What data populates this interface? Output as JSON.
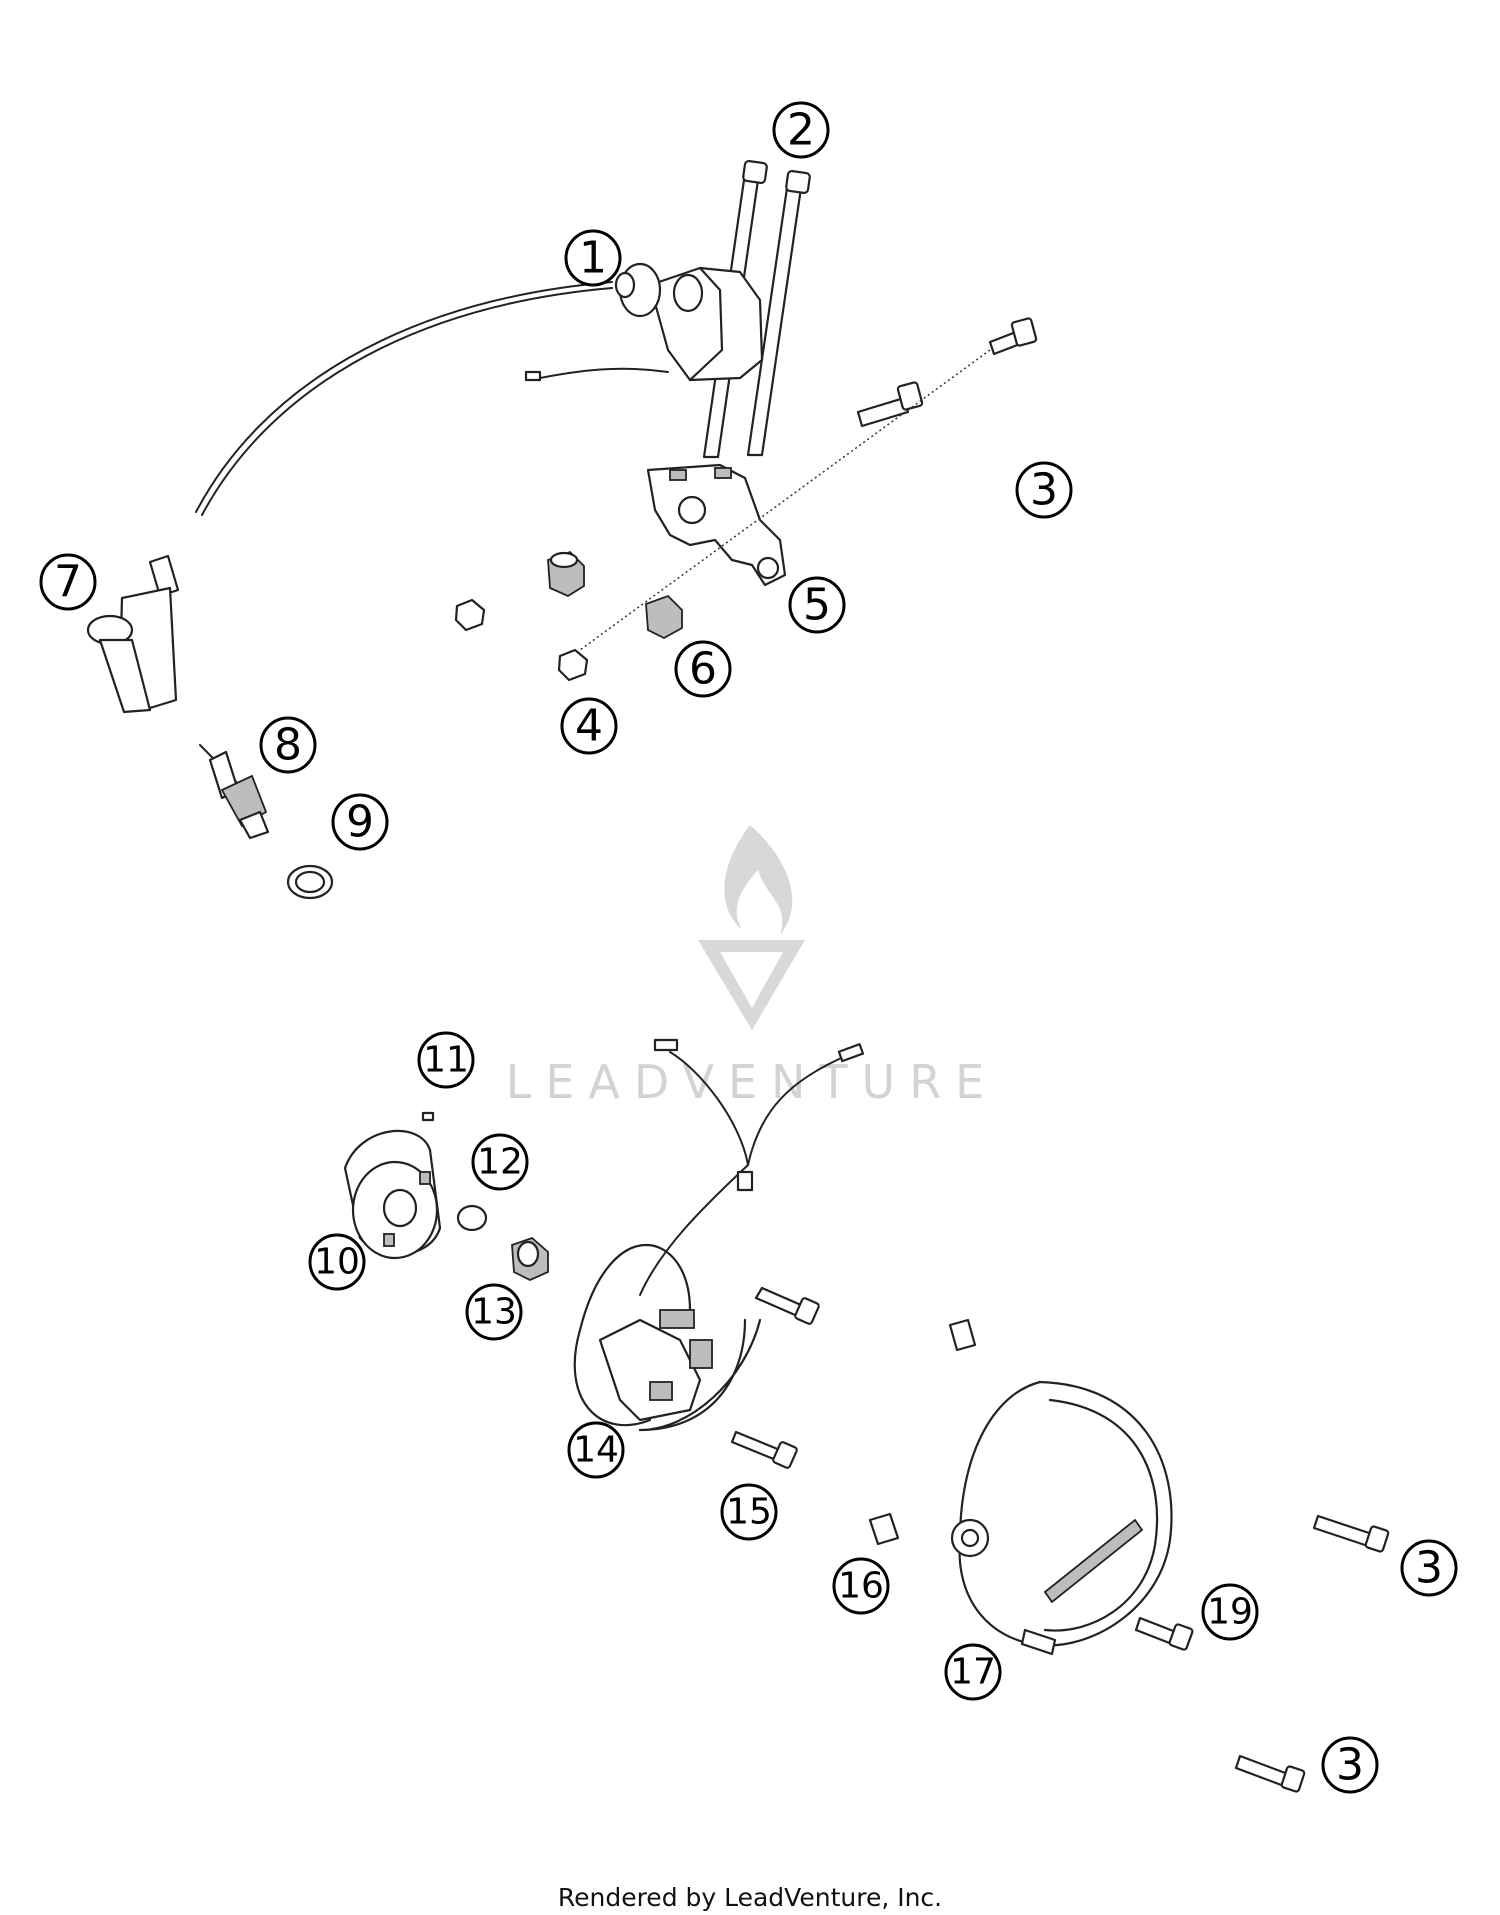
{
  "diagram": {
    "callouts": [
      {
        "id": "c1",
        "label": "1"
      },
      {
        "id": "c2",
        "label": "2"
      },
      {
        "id": "c3a",
        "label": "3"
      },
      {
        "id": "c4",
        "label": "4"
      },
      {
        "id": "c5",
        "label": "5"
      },
      {
        "id": "c6",
        "label": "6"
      },
      {
        "id": "c7",
        "label": "7"
      },
      {
        "id": "c8",
        "label": "8"
      },
      {
        "id": "c9",
        "label": "9"
      },
      {
        "id": "c10",
        "label": "10"
      },
      {
        "id": "c11",
        "label": "11"
      },
      {
        "id": "c12",
        "label": "12"
      },
      {
        "id": "c13",
        "label": "13"
      },
      {
        "id": "c14",
        "label": "14"
      },
      {
        "id": "c15",
        "label": "15"
      },
      {
        "id": "c16",
        "label": "16"
      },
      {
        "id": "c17",
        "label": "17"
      },
      {
        "id": "c19",
        "label": "19"
      },
      {
        "id": "c3b",
        "label": "3"
      },
      {
        "id": "c3c",
        "label": "3"
      }
    ]
  },
  "watermark": {
    "text": "LEADVENTURE"
  },
  "footer": {
    "text": "Rendered by LeadVenture, Inc."
  }
}
